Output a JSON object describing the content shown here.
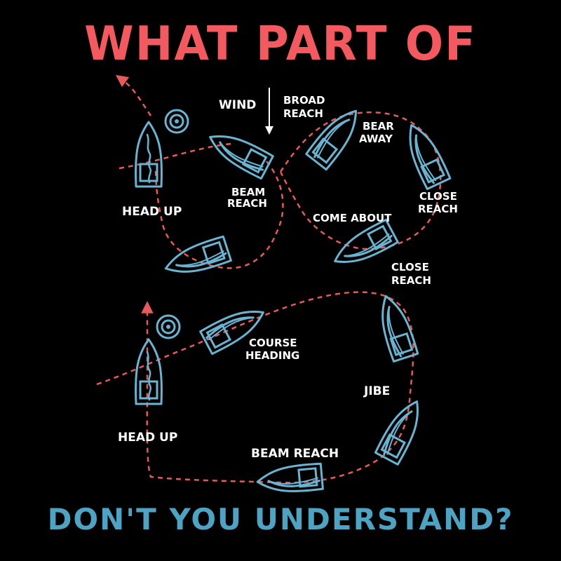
{
  "title_top": "WHAT PART OF",
  "title_bottom": "DON'T YOU UNDERSTAND?",
  "labels": {
    "wind": "WIND",
    "broad_reach_1": "BROAD",
    "broad_reach_2": "REACH",
    "bear_away_1": "BEAR",
    "bear_away_2": "AWAY",
    "beam_reach_top_1": "BEAM",
    "beam_reach_top_2": "REACH",
    "close_reach_r_1": "CLOSE",
    "close_reach_r_2": "REACH",
    "head_up_top": "HEAD UP",
    "come_about": "COME ABOUT",
    "close_reach_m_1": "CLOSE",
    "close_reach_m_2": "REACH",
    "course_heading_1": "COURSE",
    "course_heading_2": "HEADING",
    "jibe": "JIBE",
    "head_up_bottom": "HEAD UP",
    "beam_reach_bottom": "BEAM REACH"
  },
  "colors": {
    "title_top": "#f25a60",
    "title_bottom": "#4ea3c3",
    "boat_outline": "#6ab4d2",
    "course_path": "#e85a5a",
    "label_text": "#ffffff",
    "background": "#000000"
  },
  "icons": [
    "sailboat-icon",
    "buoy-icon",
    "wind-arrow-icon",
    "course-arrow-icon"
  ]
}
